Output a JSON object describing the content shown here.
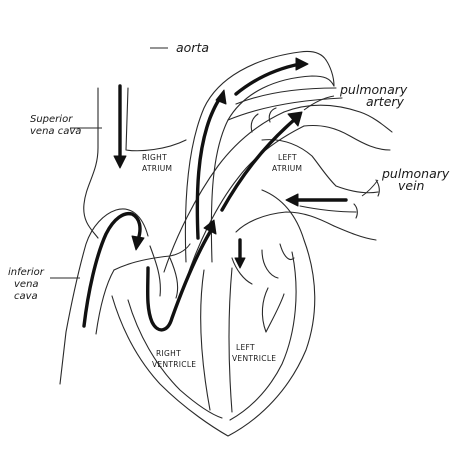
{
  "labels": {
    "aorta": "aorta",
    "pulmonary_artery_l1": "pulmonary",
    "pulmonary_artery_l2": "artery",
    "superior_vena_cava_l1": "Superior",
    "superior_vena_cava_l2": "vena cava",
    "right_atrium_l1": "RIGHT",
    "right_atrium_l2": "ATRIUM",
    "left_atrium_l1": "LEFT",
    "left_atrium_l2": "ATRIUM",
    "pulmonary_vein_l1": "pulmonary",
    "pulmonary_vein_l2": "vein",
    "inferior_vena_cava_l1": "inferior",
    "inferior_vena_cava_l2": "vena",
    "inferior_vena_cava_l3": "cava",
    "right_ventricle_l1": "RIGHT",
    "right_ventricle_l2": "VENTRICLE",
    "left_ventricle_l1": "LEFT",
    "left_ventricle_l2": "VENTRICLE"
  }
}
